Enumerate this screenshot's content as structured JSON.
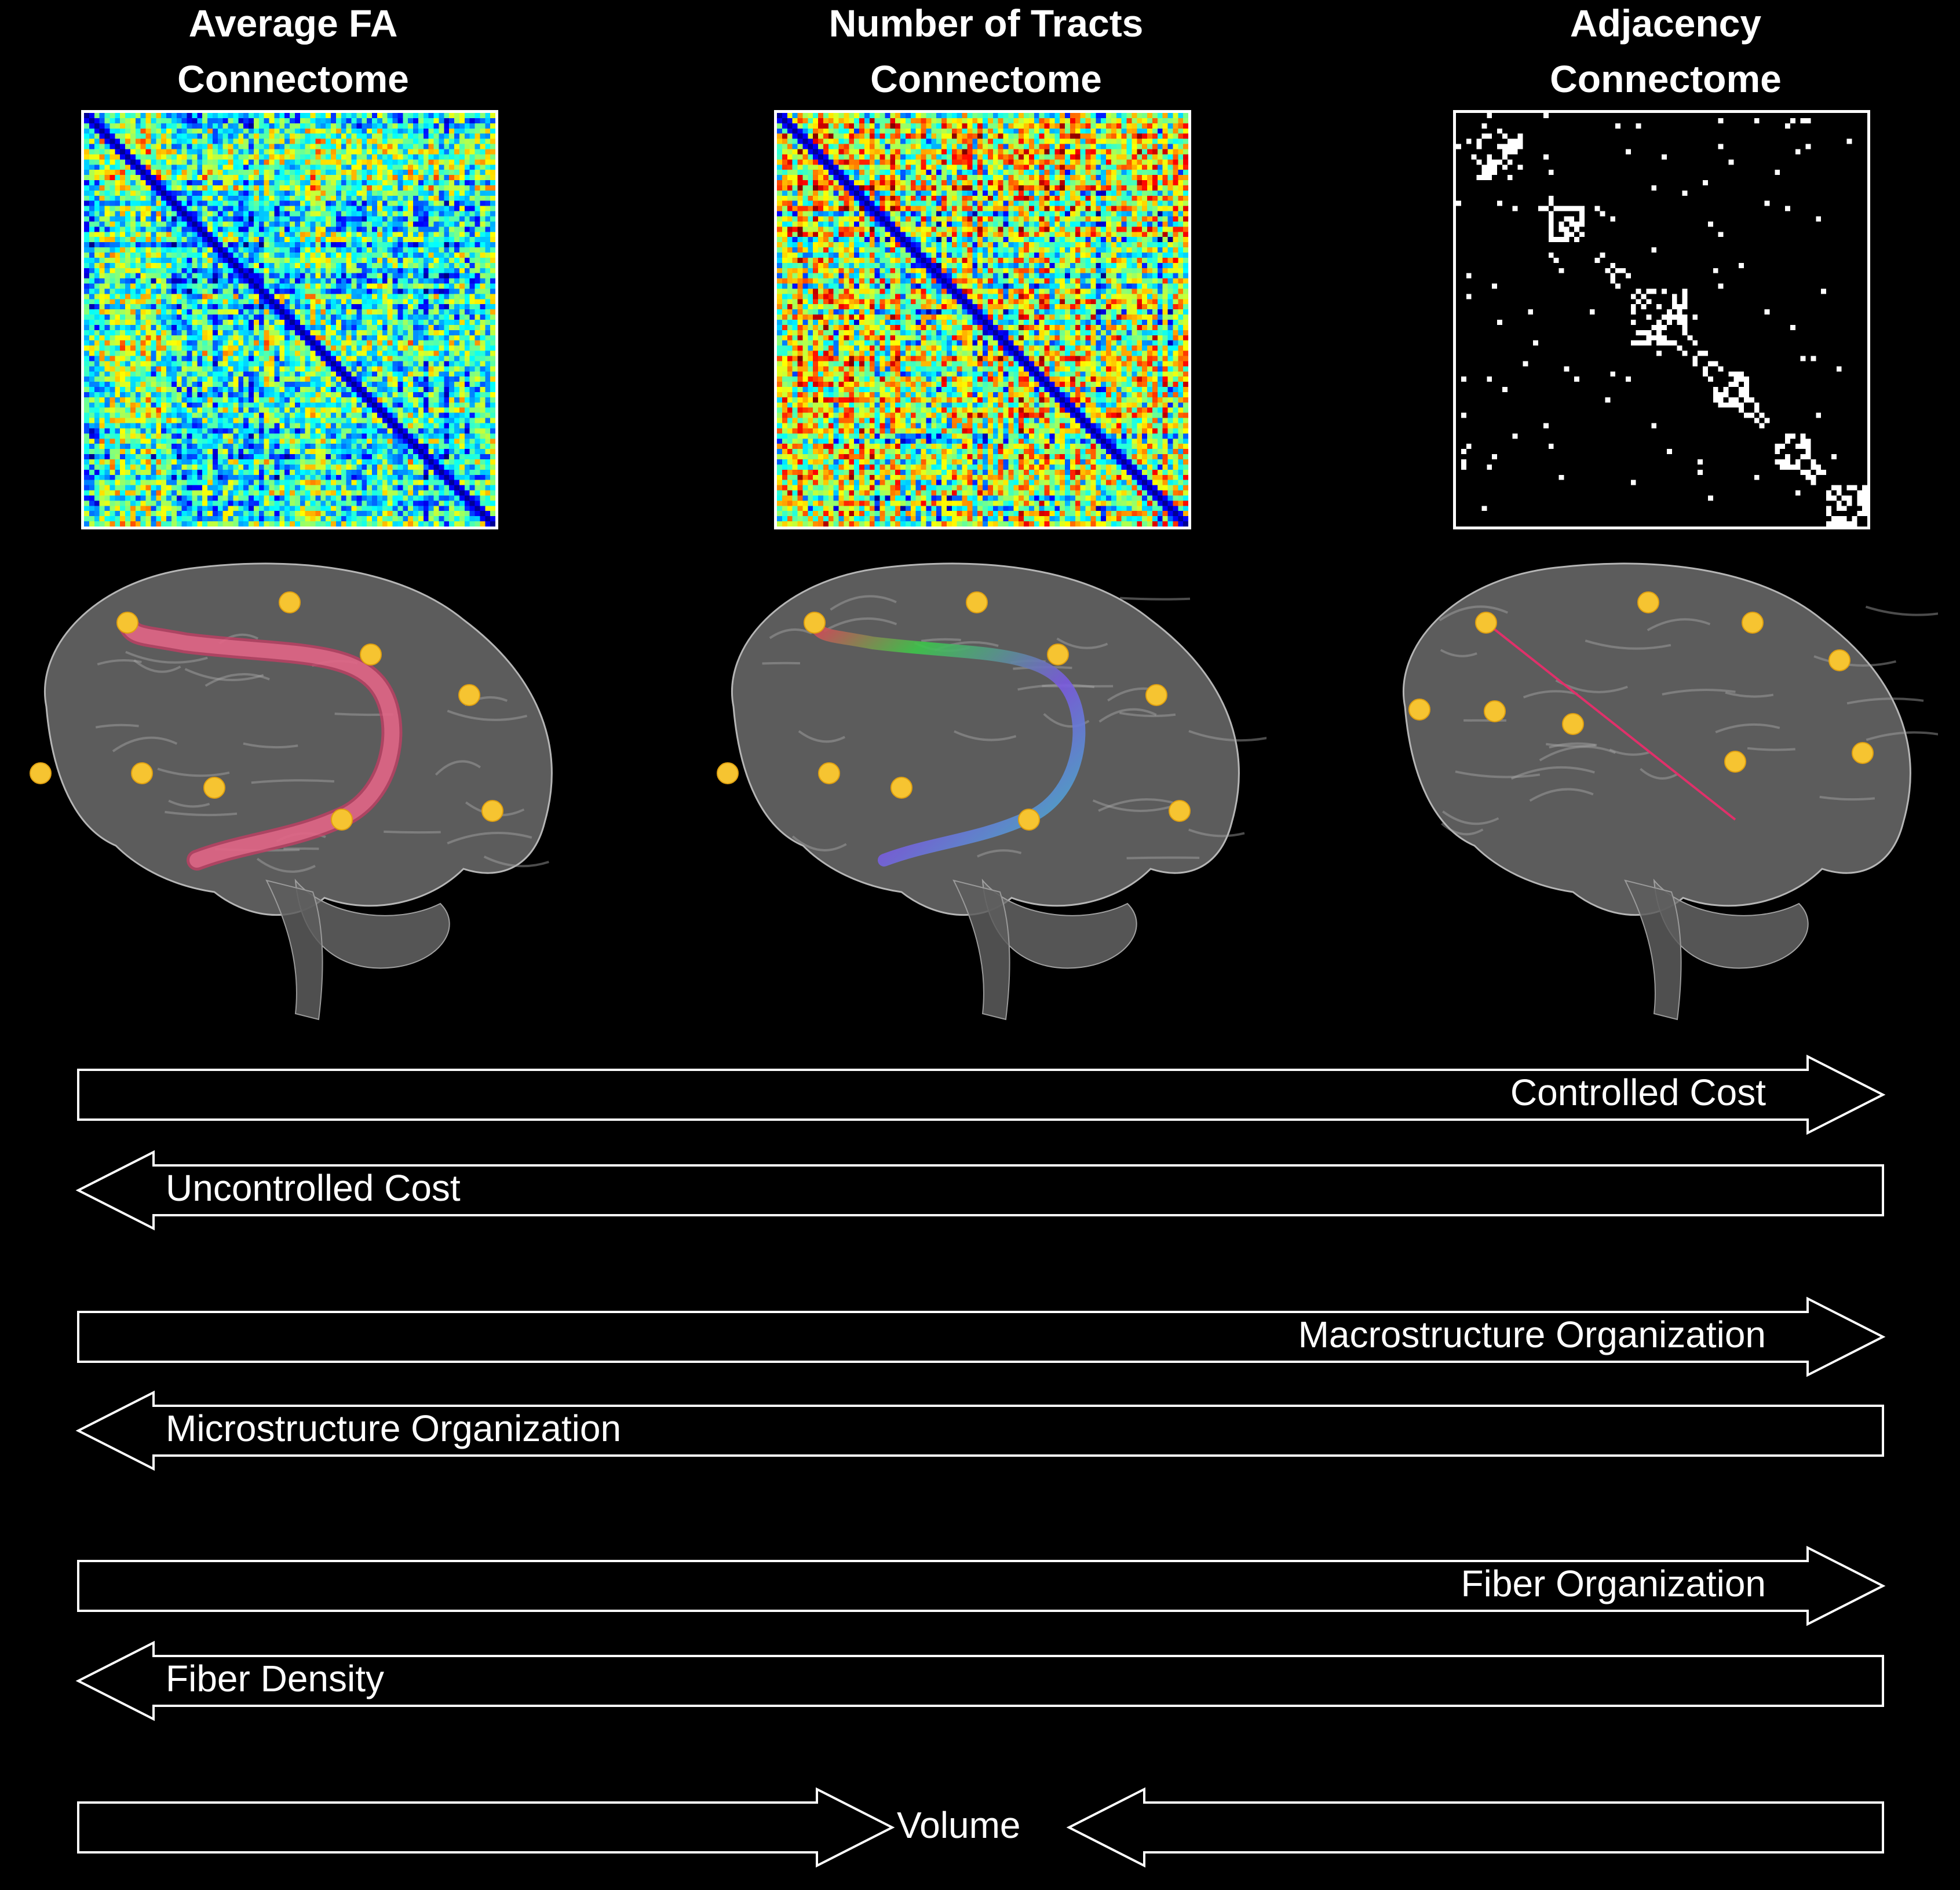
{
  "columns": [
    {
      "title_line1": "Average FA",
      "title_line2": "Connectome"
    },
    {
      "title_line1": "Number of Tracts",
      "title_line2": "Connectome"
    },
    {
      "title_line1": "Adjacency",
      "title_line2": "Connectome"
    }
  ],
  "arrows": [
    {
      "label": "Controlled Cost",
      "direction": "right"
    },
    {
      "label": "Uncontrolled Cost",
      "direction": "left"
    },
    {
      "label": "Macrostructure Organization",
      "direction": "right"
    },
    {
      "label": "Microstructure Organization",
      "direction": "left"
    },
    {
      "label": "Fiber Organization",
      "direction": "right"
    },
    {
      "label": "Fiber Density",
      "direction": "left"
    },
    {
      "label": "Volume",
      "direction": "both-inward"
    }
  ],
  "colors": {
    "background": "#000000",
    "outline": "#ffffff",
    "node": "#f6c431",
    "fa_tract": "#d2466e",
    "adjacency_edge": "#e0306a",
    "brain": "#8a8a8a"
  }
}
